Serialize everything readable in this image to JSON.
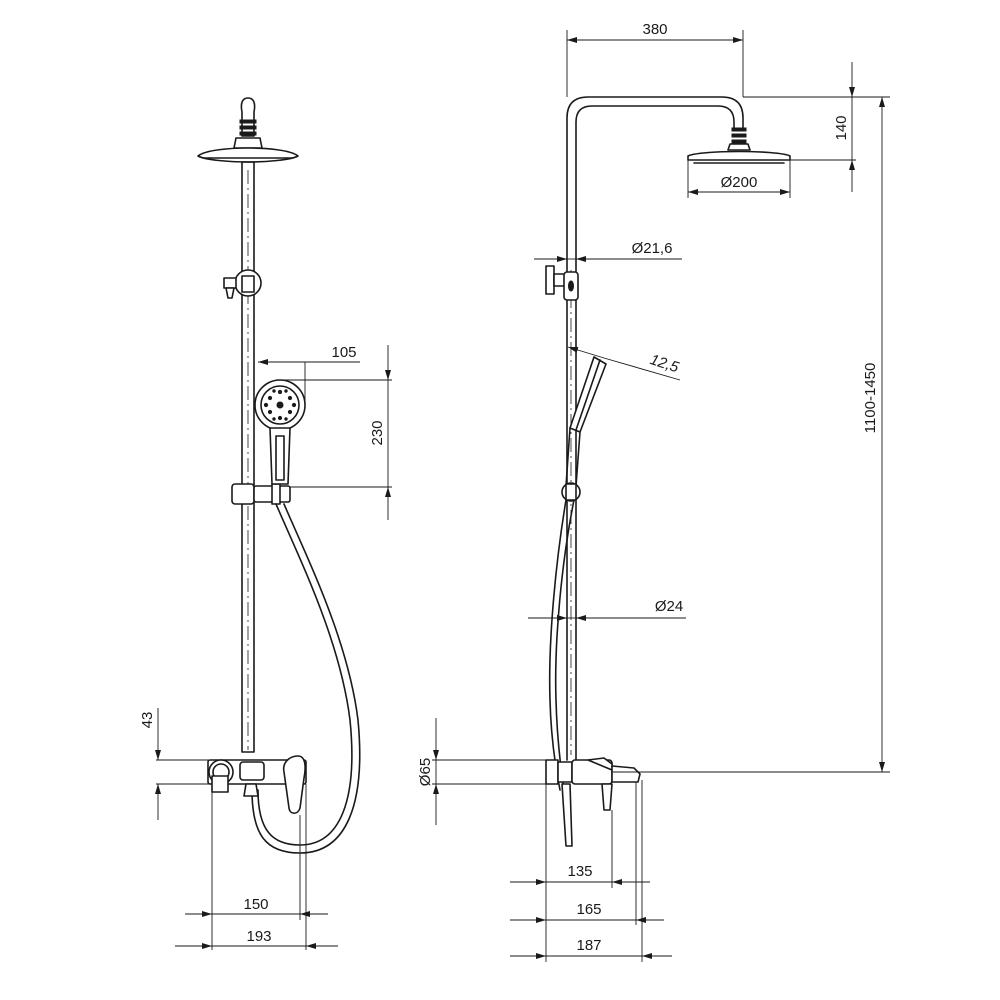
{
  "front_view": {
    "dimensions": {
      "handshower_offset": "105",
      "handshower_height": "230",
      "mixer_offset": "43",
      "mixer_spacing": "150",
      "mixer_width": "193"
    }
  },
  "side_view": {
    "dimensions": {
      "arm_length": "380",
      "head_drop": "140",
      "head_diameter": "Ø200",
      "rail_top_diameter": "Ø21,6",
      "hose_angle": "12,5",
      "total_height": "1100-1450",
      "rail_diameter": "Ø24",
      "mixer_diameter": "Ø65",
      "spout_135": "135",
      "spout_165": "165",
      "spout_187": "187"
    }
  }
}
